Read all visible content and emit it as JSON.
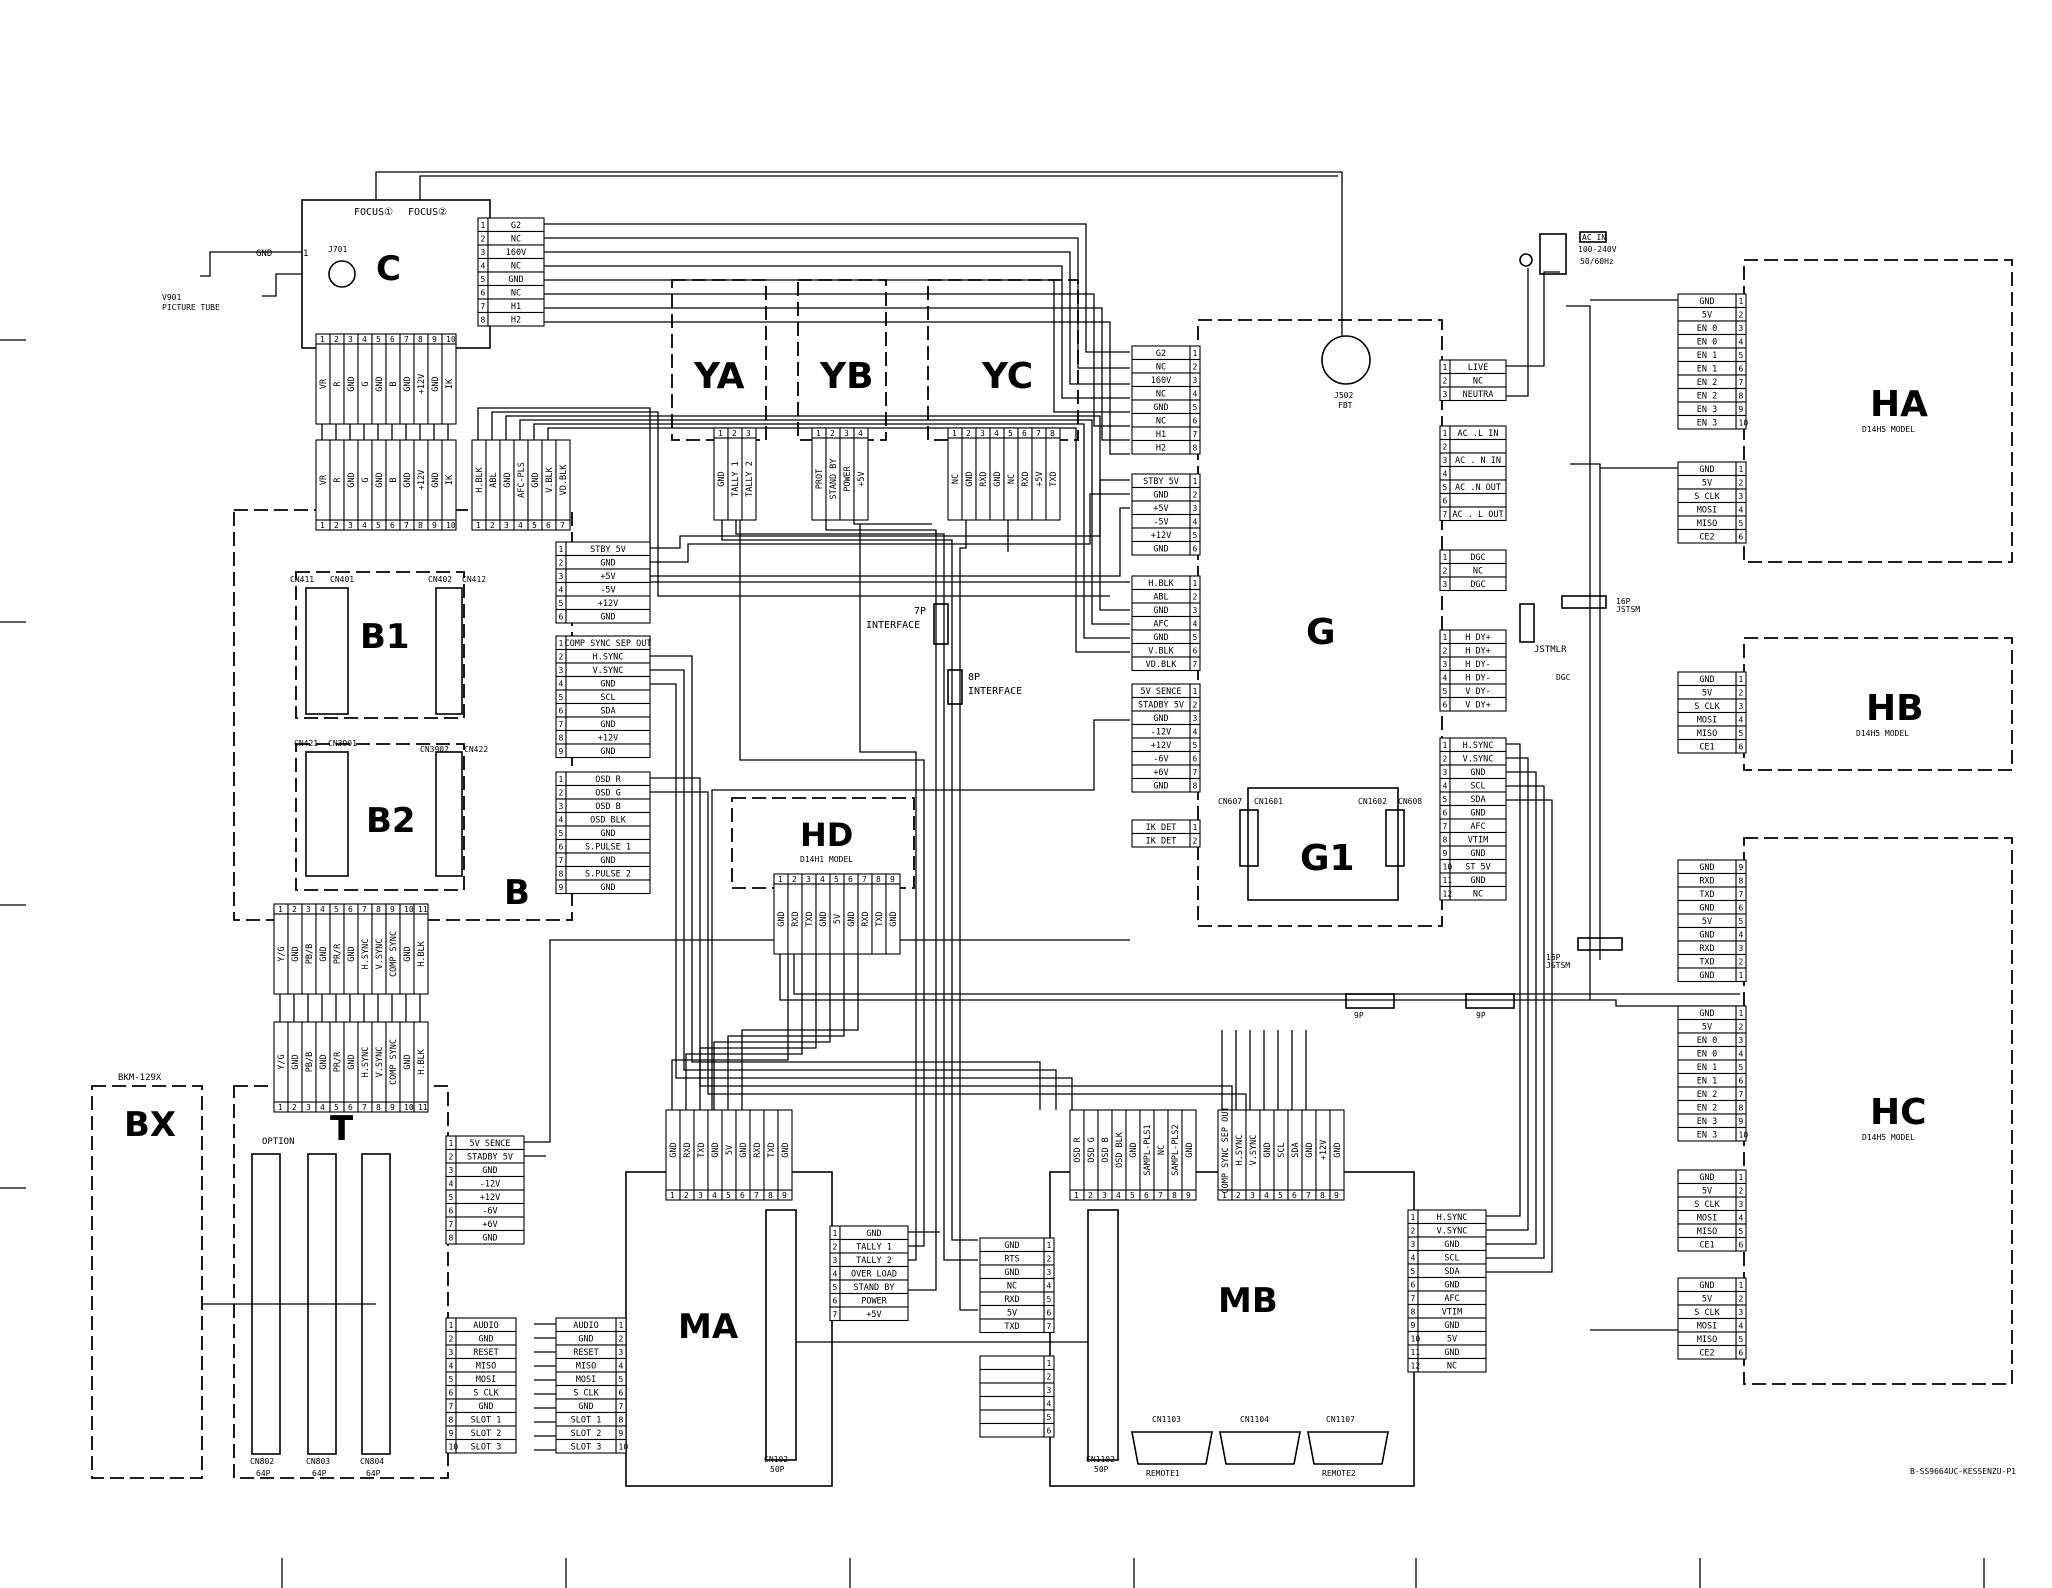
{
  "blocks": {
    "C": "C",
    "YA": "YA",
    "YB": "YB",
    "YC": "YC",
    "G": "G",
    "G1": "G1",
    "B": "B",
    "B1": "B1",
    "B2": "B2",
    "HD": "HD",
    "HA": "HA",
    "HB": "HB",
    "HC": "HC",
    "BX": "BX",
    "T": "T",
    "MA": "MA",
    "MB": "MB"
  },
  "labels": {
    "focus1": "FOCUS①",
    "focus2": "FOCUS②",
    "j701": "J701",
    "gnd": "GND",
    "one": "1",
    "v901": "V901",
    "picture_tube": "PICTURE TUBE",
    "j502": "J502",
    "fbt": "FBT",
    "ac_in": "AC IN",
    "ac_v": "100-240V",
    "ac_hz": "50/60Hz",
    "iface7": "7P",
    "iface7b": "INTERFACE",
    "iface8": "8P",
    "iface8b": "INTERFACE",
    "p16a": "16P",
    "jstsm_a": "JSTSM",
    "p16b": "16P",
    "jstsm_b": "JSTSM",
    "jstmlr": "JSTMLR",
    "dgc": "DGC",
    "p9a": "9P",
    "p9b": "9P",
    "hd_model": "D14H1 MODEL",
    "ha_model": "D14H5 MODEL",
    "hb_model": "D14H5 MODEL",
    "hc_model": "D14H5 MODEL",
    "cn411": "CN411",
    "cn401": "CN401",
    "cn402": "CN402",
    "cn412": "CN412",
    "cn421": "CN421",
    "cn3901": "CN3901",
    "cn3902": "CN3902",
    "cn422": "CN422",
    "cn607": "CN607",
    "cn1601": "CN1601",
    "cn1602": "CN1602",
    "cn608": "CN608",
    "bkm": "BKM-129X",
    "option": "OPTION",
    "cn802": "CN802",
    "cn803": "CN803",
    "cn804": "CN804",
    "p64a": "64P",
    "p64b": "64P",
    "p64c": "64P",
    "cn102": "CN102",
    "p50a": "50P",
    "cn1102": "CN1102",
    "p50b": "50P",
    "cn1103": "CN1103",
    "cn1104": "CN1104",
    "cn1107": "CN1107",
    "remote1": "REMOTE1",
    "remote2": "REMOTE2",
    "footer": "B-SS9664UC-KESSENZU-P1"
  },
  "connectors": {
    "c_g2": [
      "G2",
      "NC",
      "160V",
      "NC",
      "GND",
      "NC",
      "H1",
      "H2"
    ],
    "c_bot": [
      "VR",
      "R",
      "GND",
      "G",
      "GND",
      "B",
      "GND",
      "+12V",
      "GND",
      "IK"
    ],
    "b_top1": [
      "VR",
      "R",
      "GND",
      "G",
      "GND",
      "B",
      "GND",
      "+12V",
      "GND",
      "IK"
    ],
    "b_top2": [
      "H.BLK",
      "ABL",
      "GND",
      "AFC-PLS",
      "GND",
      "V.BLK",
      "VD.BLK"
    ],
    "b_pwr": [
      "STBY 5V",
      "GND",
      "+5V",
      "-5V",
      "+12V",
      "GND"
    ],
    "b_sync": [
      "COMP SYNC SEP OUT",
      "H.SYNC",
      "V.SYNC",
      "GND",
      "SCL",
      "SDA",
      "GND",
      "+12V",
      "GND"
    ],
    "b_osd": [
      "OSD R",
      "OSD G",
      "OSD B",
      "OSD BLK",
      "GND",
      "S.PULSE 1",
      "GND",
      "S.PULSE 2",
      "GND"
    ],
    "b_bot": [
      "Y/G",
      "GND",
      "PB/B",
      "GND",
      "PR/R",
      "GND",
      "H.SYNC",
      "V.SYNC",
      "COMP SYNC",
      "GND",
      "H.BLK"
    ],
    "t_top": [
      "Y/G",
      "GND",
      "PB/B",
      "GND",
      "PR/R",
      "GND",
      "H.SYNC",
      "V.SYNC",
      "COMP SYNC",
      "GND",
      "H.BLK"
    ],
    "ya": [
      "GND",
      "TALLY 1",
      "TALLY 2"
    ],
    "yb": [
      "PROT",
      "STAND BY",
      "POWER",
      "+5V"
    ],
    "yc": [
      "NC",
      "GND",
      "RXD",
      "GND",
      "NC",
      "RXD",
      "+5V",
      "TXD"
    ],
    "g_c": [
      "G2",
      "NC",
      "160V",
      "NC",
      "GND",
      "NC",
      "H1",
      "H2"
    ],
    "g_pwr": [
      "STBY 5V",
      "GND",
      "+5V",
      "-5V",
      "+12V",
      "GND"
    ],
    "g_blk": [
      "H.BLK",
      "ABL",
      "GND",
      "AFC",
      "GND",
      "V.BLK",
      "VD.BLK"
    ],
    "g_sense": [
      "5V SENCE",
      "STADBY 5V",
      "GND",
      "-12V",
      "+12V",
      "-6V",
      "+6V",
      "GND"
    ],
    "g_ik": [
      "IK DET",
      "IK DET"
    ],
    "g_live": [
      "LIVE",
      "NC",
      "NEUTRA"
    ],
    "g_ac": [
      "AC .L IN",
      "",
      "AC . N IN",
      "",
      "AC .N OUT",
      "",
      "AC . L OUT"
    ],
    "g_dgc": [
      "DGC",
      "NC",
      "DGC"
    ],
    "g_dy": [
      "H DY+",
      "H DY+",
      "H DY-",
      "H DY-",
      "V DY-",
      "V DY+"
    ],
    "g_sync": [
      "H.SYNC",
      "V.SYNC",
      "GND",
      "SCL",
      "SDA",
      "GND",
      "AFC",
      "VTIM",
      "GND",
      "ST 5V",
      "GND",
      "NC"
    ],
    "ha1": [
      "GND",
      "5V",
      "EN 0",
      "EN 0",
      "EN 1",
      "EN 1",
      "EN 2",
      "EN 2",
      "EN 3",
      "EN 3"
    ],
    "ha2": [
      "GND",
      "5V",
      "S CLK",
      "MOSI",
      "MISO",
      "CE2"
    ],
    "hb": [
      "GND",
      "5V",
      "S CLK",
      "MOSI",
      "MISO",
      "CE1"
    ],
    "hc1": [
      "GND",
      "RXD",
      "TXD",
      "GND",
      "5V",
      "GND",
      "RXD",
      "TXD",
      "GND"
    ],
    "hc2": [
      "GND",
      "5V",
      "EN 0",
      "EN 0",
      "EN 1",
      "EN 1",
      "EN 2",
      "EN 2",
      "EN 3",
      "EN 3"
    ],
    "hc3": [
      "GND",
      "5V",
      "S CLK",
      "MOSI",
      "MISO",
      "CE1"
    ],
    "hc4": [
      "GND",
      "5V",
      "S CLK",
      "MOSI",
      "MISO",
      "CE2"
    ],
    "hd": [
      "GND",
      "RXD",
      "TXD",
      "GND",
      "5V",
      "GND",
      "RXD",
      "TXD",
      "GND"
    ],
    "t_sense": [
      "5V SENCE",
      "STADBY 5V",
      "GND",
      "-12V",
      "+12V",
      "-6V",
      "+6V",
      "GND"
    ],
    "t_audio": [
      "AUDIO",
      "GND",
      "RESET",
      "MISO",
      "MOSI",
      "S CLK",
      "GND",
      "SLOT 1",
      "SLOT 2",
      "SLOT 3"
    ],
    "ma_audio": [
      "AUDIO",
      "GND",
      "RESET",
      "MISO",
      "MOSI",
      "S CLK",
      "GND",
      "SLOT 1",
      "SLOT 2",
      "SLOT 3"
    ],
    "ma_top": [
      "GND",
      "RXD",
      "TXD",
      "GND",
      "5V",
      "GND",
      "RXD",
      "TXD",
      "GND"
    ],
    "ma_tally": [
      "GND",
      "TALLY 1",
      "TALLY 2",
      "OVER LOAD",
      "STAND BY",
      "POWER",
      "+5V"
    ],
    "mb_rts": [
      "GND",
      "RTS",
      "GND",
      "NC",
      "RXD",
      "5V",
      "TXD"
    ],
    "mb_blank": [
      "",
      "",
      "",
      "",
      "",
      ""
    ],
    "mb_osd": [
      "OSD R",
      "OSD G",
      "OSD B",
      "OSD BLK",
      "GND",
      "SAMPL-PLS1",
      "NC",
      "SAMPL-PLS2",
      "GND"
    ],
    "mb_sync": [
      "COMP SYNC SEP OUT",
      "H.SYNC",
      "V.SYNC",
      "GND",
      "SCL",
      "SDA",
      "GND",
      "+12V",
      "GND"
    ],
    "mb_right": [
      "H.SYNC",
      "V.SYNC",
      "GND",
      "SCL",
      "SDA",
      "GND",
      "AFC",
      "VTIM",
      "GND",
      "5V",
      "GND",
      "NC"
    ]
  }
}
